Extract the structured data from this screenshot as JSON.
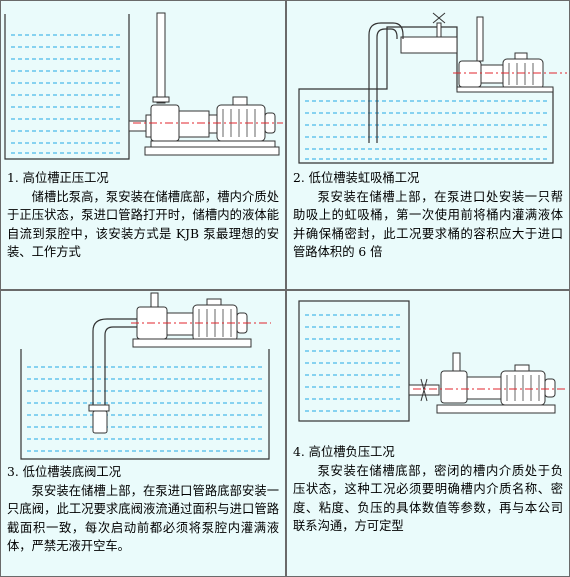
{
  "panels": [
    {
      "title": "1. 高位槽正压工况",
      "text": "储槽比泵高，泵安装在储槽底部，槽内介质处于正压状态，泵进口管路打开时，储槽内的液体能自流到泵腔中，该安装方式是 KJB 泵最理想的安装、工作方式"
    },
    {
      "title": "2. 低位槽装虹吸桶工况",
      "text": "泵安装在储槽上部，在泵进口处安装一只帮助吸上的虹吸桶，第一次使用前将桶内灌满液体并确保桶密封，此工况要求桶的容积应大于进口管路体积的 6 倍"
    },
    {
      "title": "3. 低位槽装底阀工况",
      "text": "泵安装在储槽上部，在泵进口管路底部安装一只底阀，此工况要求底阀液流通过面积与进口管路截面积一致，每次启动前都必须将泵腔内灌满液体，严禁无液开空车。"
    },
    {
      "title": "4. 高位槽负压工况",
      "text": "泵安装在储槽底部，密闭的槽内介质处于负压状态，这种工况必须要明确槽内介质名称、密度、粘度、负压的具体数值等参数，再与本公司联系沟通，方可定型"
    }
  ],
  "colors": {
    "panel_bg": "#eafbfb",
    "border": "#6a6a6a",
    "water_dash": "#22a8e6",
    "line": "#333333",
    "centerline": "#e0252c"
  }
}
